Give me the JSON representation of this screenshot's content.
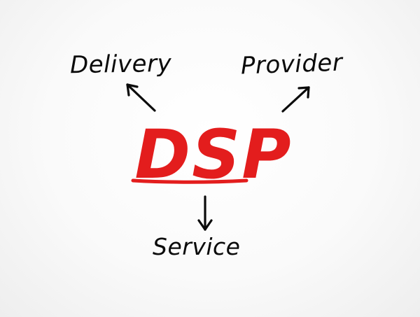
{
  "diagram": {
    "center_term": "DSP",
    "terms": {
      "top_left": "Delivery",
      "top_right": "Provider",
      "bottom": "Service"
    }
  },
  "colors": {
    "center_term": "#e31d1d",
    "terms": "#0b0b0b",
    "arrows": "#0b0b0b"
  },
  "icons": {
    "arrow_to_delivery": "arrow-up-left-icon",
    "arrow_to_provider": "arrow-up-right-icon",
    "arrow_to_service": "arrow-down-icon"
  }
}
